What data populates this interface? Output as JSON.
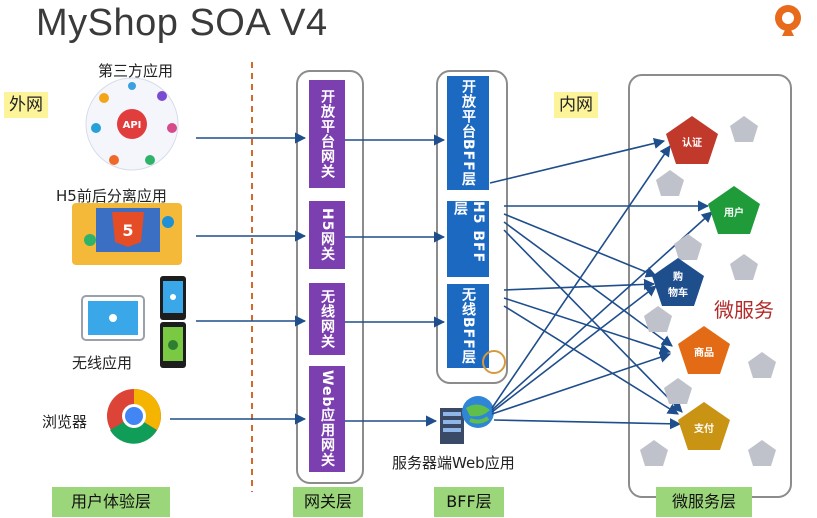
{
  "title": "MyShop SOA V4",
  "zones": {
    "outer": "外网",
    "inner": "内网"
  },
  "clients": {
    "third_party": "第三方应用",
    "h5": "H5前后分离应用",
    "wireless": "无线应用",
    "browser": "浏览器"
  },
  "gateways": [
    "开放平台网关",
    "H5网关",
    "无线网关",
    "Web应用网关"
  ],
  "bff": [
    "开放平台BFF层",
    "H5 BFF层",
    "无线BFF层"
  ],
  "server_web_app": "服务器端Web应用",
  "microservices": [
    "认证",
    "用户",
    "购物车",
    "商品",
    "支付"
  ],
  "microservices_label": "微服务",
  "layers": [
    "用户体验层",
    "网关层",
    "BFF层",
    "微服务层"
  ],
  "colors": {
    "gateway": "#7b3fb0",
    "bff": "#1c69c2",
    "auth": "#c0392b",
    "user": "#1f9b3a",
    "cart": "#1f4e8c",
    "product": "#e36b16",
    "payment": "#c99314"
  }
}
